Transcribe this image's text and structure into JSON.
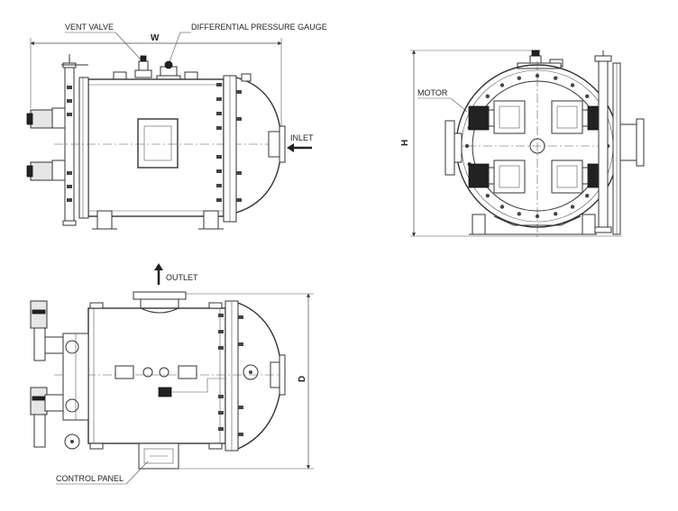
{
  "labels": {
    "vent_valve": "VENT VALVE",
    "diff_gauge": "DIFFERENTIAL PRESSURE GAUGE",
    "width_dim": "W",
    "inlet": "INLET",
    "motor": "MOTOR",
    "height_dim": "H",
    "outlet": "OUTLET",
    "depth_dim": "D",
    "control_panel": "CONTROL PANEL"
  },
  "colors": {
    "line": "#333333",
    "motor": "#222222",
    "background": "#ffffff"
  }
}
